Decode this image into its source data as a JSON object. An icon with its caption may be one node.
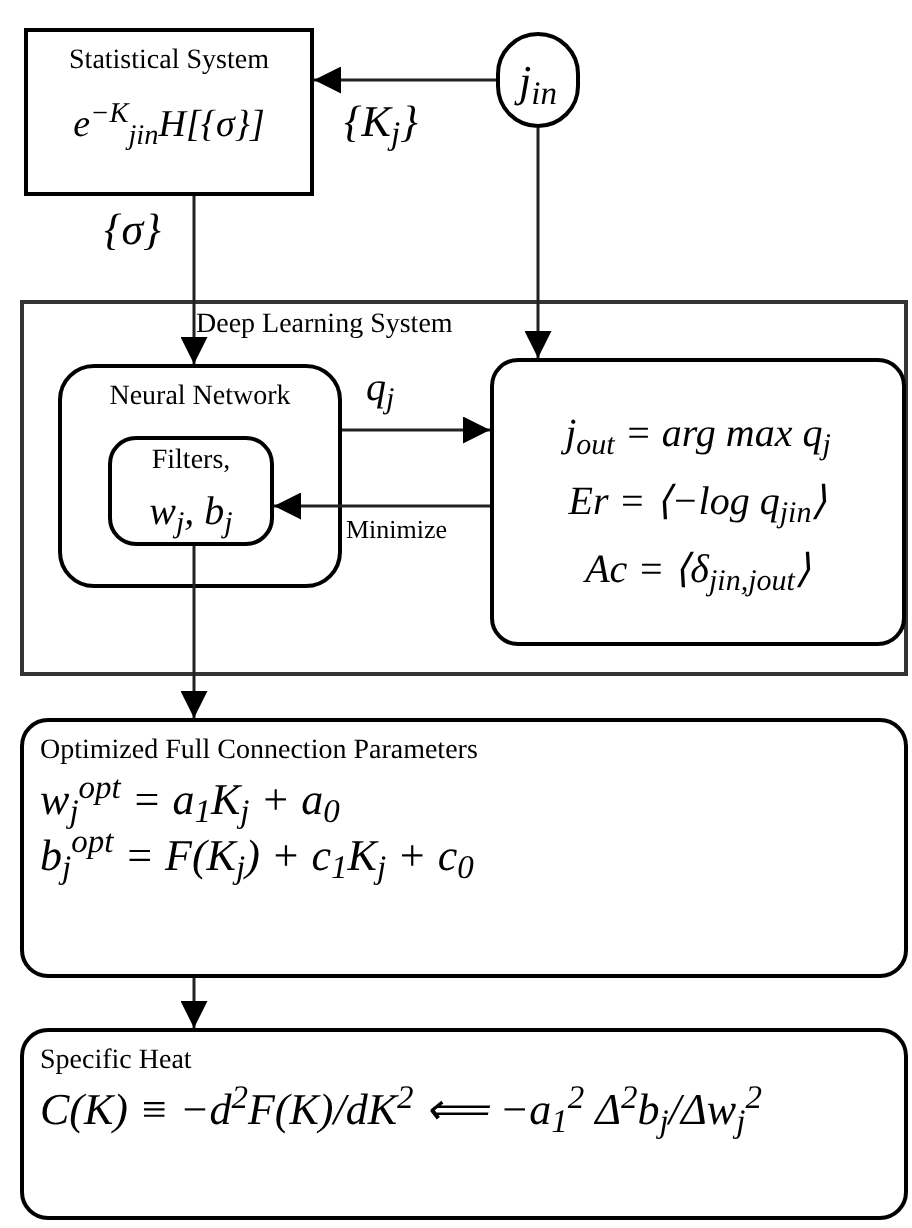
{
  "diagram": {
    "nodes": [
      {
        "text": [
          "Statistical System",
          "e$^{−K}$$_{jin}$H[{σ}]"
        ]
      },
      {
        "text": [
          "j$_{in}$"
        ]
      },
      {
        "text": [
          "Deep Learning System"
        ]
      },
      {
        "text": [
          "Neural Network"
        ],
        "in": 2
      },
      {
        "text": [
          "Filters,",
          "w$_{j}$, b$_{j}$"
        ],
        "in": 3
      },
      {
        "text": [
          "j$_{out}$ = arg max q$_{j}$",
          "Er = ⟨−log q$_{jin}$⟩",
          "Ac = ⟨δ$_{jin,jout}$⟩"
        ],
        "in": 2
      },
      {
        "text": [
          "Optimized Full Connection Parameters",
          "w$_{j}$$^{opt}$ = a$_{1}$K$_{j}$ + a$_{0}$",
          "b$_{j}$$^{opt}$ = F(K$_{j}$) + c$_{1}$K$_{j}$ + c$_{0}$"
        ]
      },
      {
        "text": [
          "Specific Heat",
          "C(K) ≡ −d$^{2}$F(K)/dK$^{2}$ ⟸ −a$_{1}$$^{2}$ Δ$^{2}$b$_{j}$/Δw$_{j}$$^{2}$"
        ]
      }
    ],
    "edges": [
      {
        "from": 1,
        "to": 0,
        "arrow": "to",
        "label": "{K$_{j}$}"
      },
      {
        "from": 0,
        "to": 3,
        "arrow": "to",
        "label": "{σ}"
      },
      {
        "from": 1,
        "to": 5,
        "arrow": "to"
      },
      {
        "from": 3,
        "to": 5,
        "arrow": "to",
        "label": "q$_{j}$"
      },
      {
        "from": 5,
        "to": 4,
        "arrow": "to",
        "label": "Minimize"
      },
      {
        "from": 4,
        "to": 6,
        "arrow": "to"
      },
      {
        "from": 6,
        "to": 7,
        "arrow": "to"
      }
    ]
  }
}
